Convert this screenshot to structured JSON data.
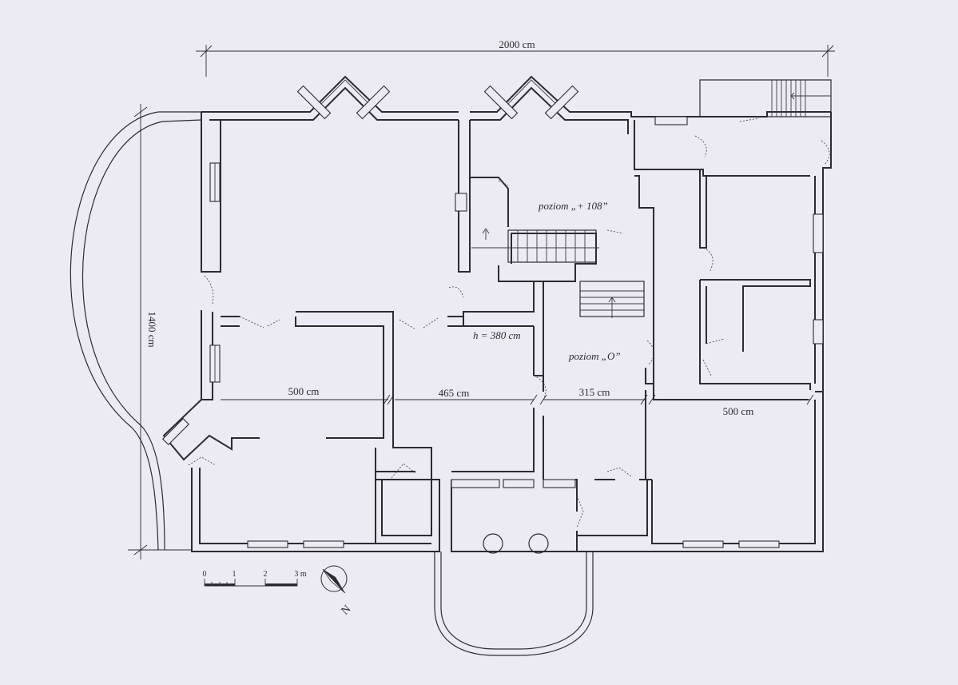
{
  "plan": {
    "dimensions": {
      "top_width": "2000 cm",
      "left_height": "1400 cm",
      "room_widths": [
        "500 cm",
        "465 cm",
        "315 cm",
        "500 cm"
      ]
    },
    "labels": {
      "level_upper": "poziom „+ 108”",
      "level_ground": "poziom „O”",
      "ceiling_height": "h = 380 cm"
    },
    "scale": {
      "ticks": [
        "0",
        "1",
        "2",
        "3 m"
      ]
    },
    "north_label": "N"
  }
}
